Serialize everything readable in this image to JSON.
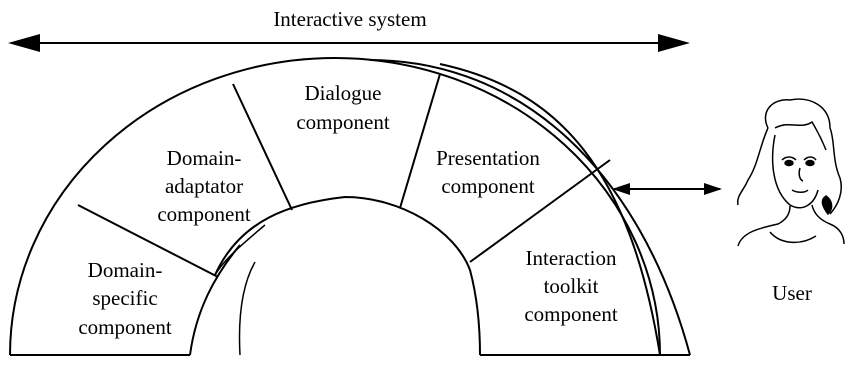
{
  "title": "Interactive system",
  "user_label": "User",
  "components": {
    "dialogue": [
      "Dialogue",
      "component"
    ],
    "presentation": [
      "Presentation",
      "component"
    ],
    "domain_adaptator": [
      "Domain-",
      "adaptator",
      "component"
    ],
    "domain_specific": [
      "Domain-",
      "specific",
      "component"
    ],
    "interaction_toolkit": [
      "Interaction",
      "toolkit",
      "component"
    ]
  },
  "icons": {
    "span_arrow": "double-headed-arrow-icon",
    "user_link": "double-headed-arrow-icon",
    "user_portrait": "user-portrait-icon"
  }
}
